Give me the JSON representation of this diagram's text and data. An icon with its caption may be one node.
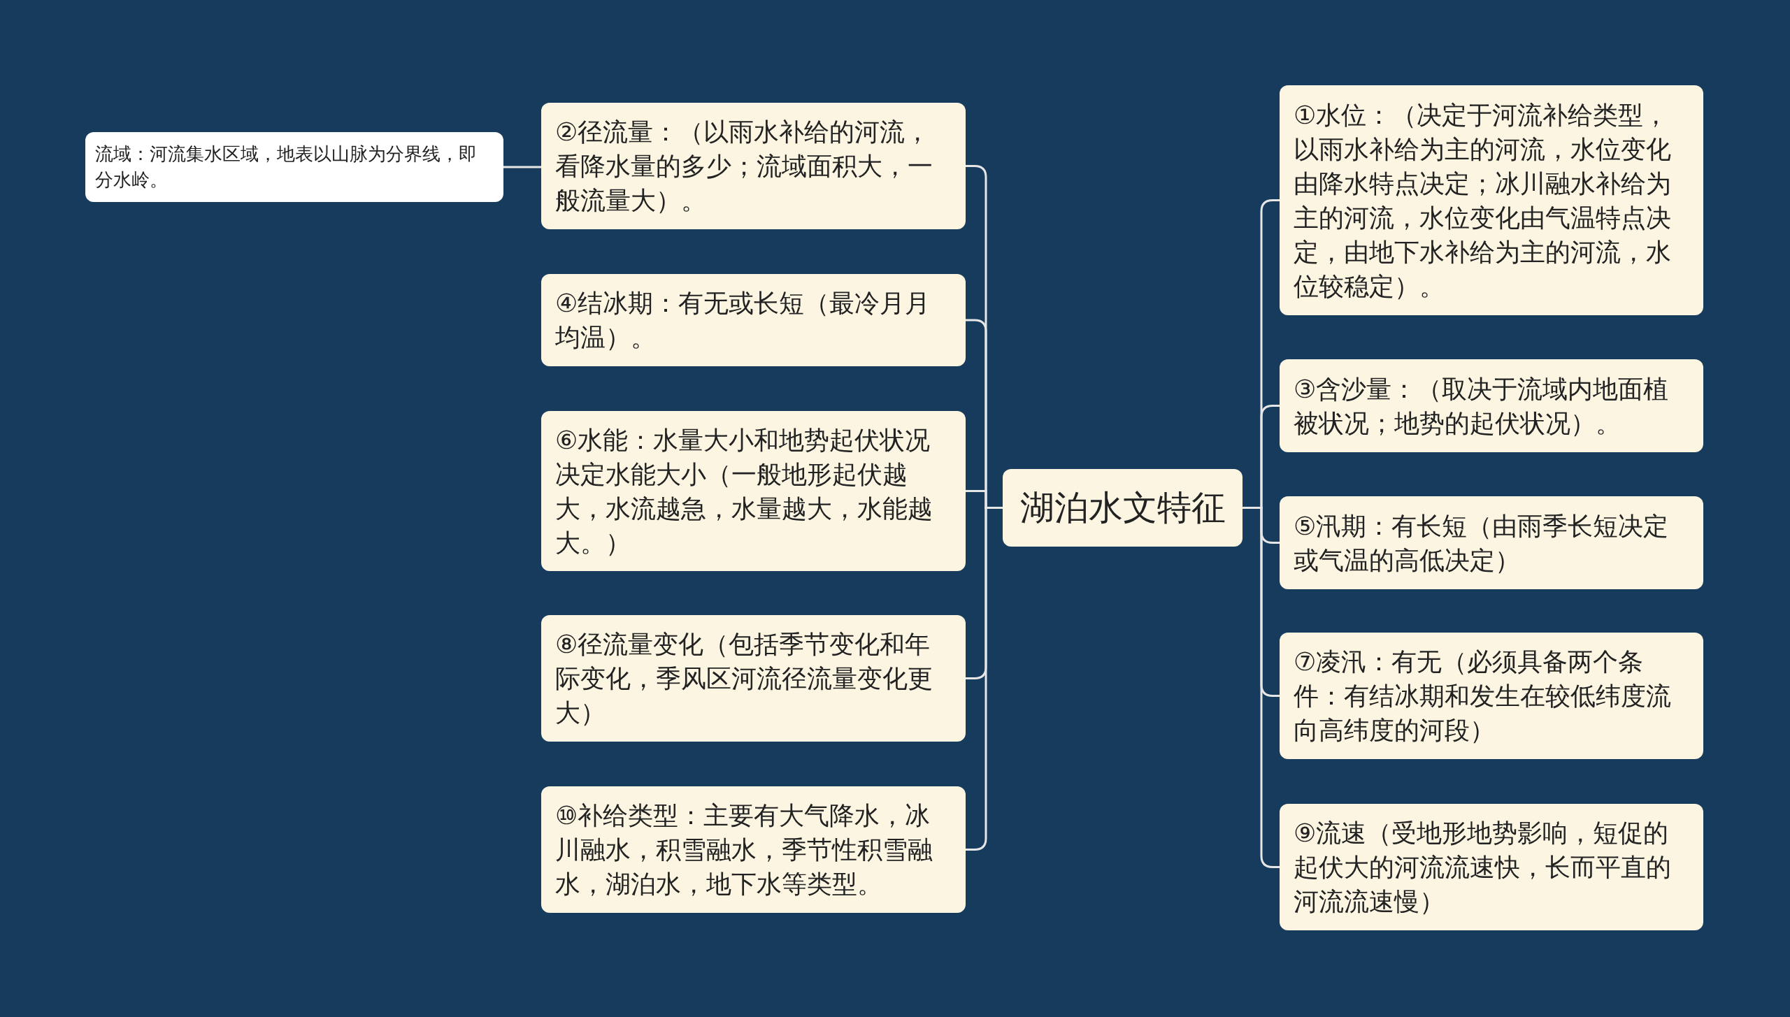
{
  "diagram": {
    "nodes": [
      {
        "text": [
          "湖泊水文特征"
        ]
      },
      {
        "text": [
          "②径流量：（以雨水补给的河流，看降水量的多少；流域面积大，一般流量大）。"
        ]
      },
      {
        "text": [
          "④结冰期：有无或长短（最冷月月均温）。"
        ]
      },
      {
        "text": [
          "⑥水能：水量大小和地势起伏状况决定水能大小（一般地形起伏越大，水流越急，水量越大，水能越大。）"
        ]
      },
      {
        "text": [
          "⑧径流量变化（包括季节变化和年际变化，季风区河流径流量变化更大）"
        ]
      },
      {
        "text": [
          "⑩补给类型：主要有大气降水，冰川融水，积雪融水，季节性积雪融水，湖泊水，地下水等类型。"
        ]
      },
      {
        "text": [
          "①水位：（决定于河流补给类型，以雨水补给为主的河流，水位变化由降水特点决定；冰川融水补给为主的河流，水位变化由气温特点决定，由地下水补给为主的河流，水位较稳定）。"
        ]
      },
      {
        "text": [
          "③含沙量：（取决于流域内地面植被状况；地势的起伏状况）。"
        ]
      },
      {
        "text": [
          "⑤汛期：有长短（由雨季长短决定或气温的高低决定）"
        ]
      },
      {
        "text": [
          "⑦凌汛：有无（必须具备两个条件：有结冰期和发生在较低纬度流向高纬度的河段）"
        ]
      },
      {
        "text": [
          "⑨流速（受地形地势影响，短促的起伏大的河流流速快，长而平直的河流流速慢）"
        ]
      },
      {
        "text": [
          "流域：河流集水区域，地表以山脉为分界线，即分水岭。"
        ]
      }
    ],
    "edges": [
      {
        "from": 0,
        "to": 1,
        "arrow": "none"
      },
      {
        "from": 0,
        "to": 2,
        "arrow": "none"
      },
      {
        "from": 0,
        "to": 3,
        "arrow": "none"
      },
      {
        "from": 0,
        "to": 4,
        "arrow": "none"
      },
      {
        "from": 0,
        "to": 5,
        "arrow": "none"
      },
      {
        "from": 0,
        "to": 6,
        "arrow": "none"
      },
      {
        "from": 0,
        "to": 7,
        "arrow": "none"
      },
      {
        "from": 0,
        "to": 8,
        "arrow": "none"
      },
      {
        "from": 0,
        "to": 9,
        "arrow": "none"
      },
      {
        "from": 0,
        "to": 10,
        "arrow": "none"
      },
      {
        "from": 1,
        "to": 11,
        "arrow": "none"
      }
    ]
  }
}
